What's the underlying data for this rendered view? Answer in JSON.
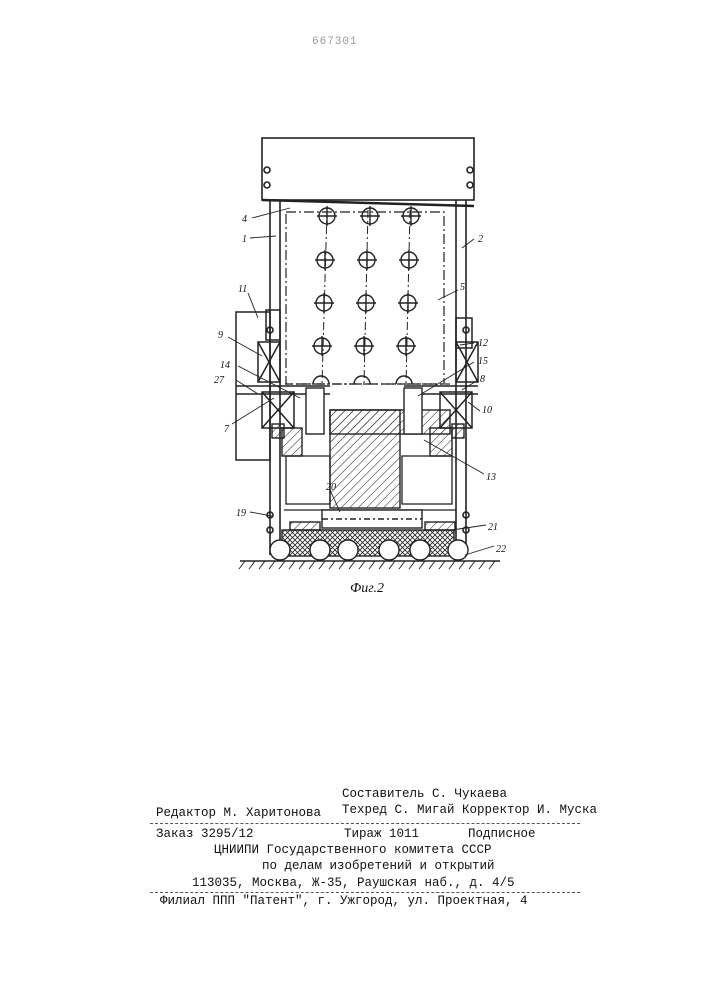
{
  "patent_number": "667301",
  "figure": {
    "caption": "Фиг.2",
    "labels": {
      "l1": "1",
      "l2": "2",
      "l4": "4",
      "l5": "5",
      "l7": "7",
      "l8": "8",
      "l9": "9",
      "l10": "10",
      "l11": "11",
      "l12": "12",
      "l13": "13",
      "l14": "14",
      "l15": "15",
      "l19": "19",
      "l20": "20",
      "l21": "21",
      "l22": "22",
      "l27": "27"
    }
  },
  "imprint": {
    "compiler": "Составитель С. Чукаева",
    "editor": "Редактор М. Харитонова",
    "tech_corrector": "Техред С. Мигай Корректор И. Муска",
    "order": "Заказ 3295/12",
    "circulation": "Тираж 1011",
    "subscription": "Подписное",
    "org_line1": "ЦНИИПИ Государственного комитета СССР",
    "org_line2": "по делам изобретений и открытий",
    "address": "113035, Москва, Ж-35, Раушская наб., д. 4/5",
    "branch": "Филиал ППП \"Патент\", г. Ужгород, ул. Проектная, 4"
  }
}
